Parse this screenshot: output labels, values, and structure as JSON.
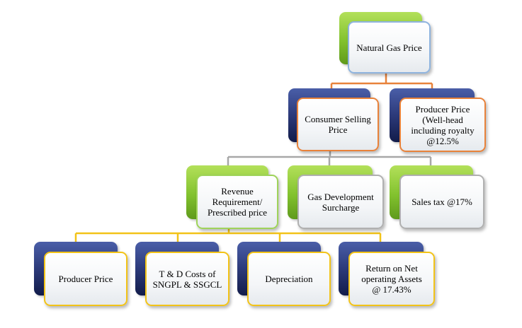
{
  "colors": {
    "connector_level1": "#e8823a",
    "connector_level2": "#a8a8a8",
    "connector_level3": "#f2c318"
  },
  "nodes": {
    "root": "Natural Gas Price",
    "consumer_selling_price": "Consumer Selling\nPrice",
    "producer_price_wellhead": "Producer Price\n(Well-head\nincluding royalty\n@12.5%",
    "revenue_requirement": "Revenue\nRequirement/\nPrescribed price",
    "gas_development_surcharge": "Gas Development\nSurcharge",
    "sales_tax": "Sales tax @17%",
    "producer_price": "Producer Price",
    "td_costs": "T & D Costs of\nSNGPL & SSGCL",
    "depreciation": "Depreciation",
    "return_on_assets": "Return on Net\noperating Assets\n@ 17.43%"
  }
}
